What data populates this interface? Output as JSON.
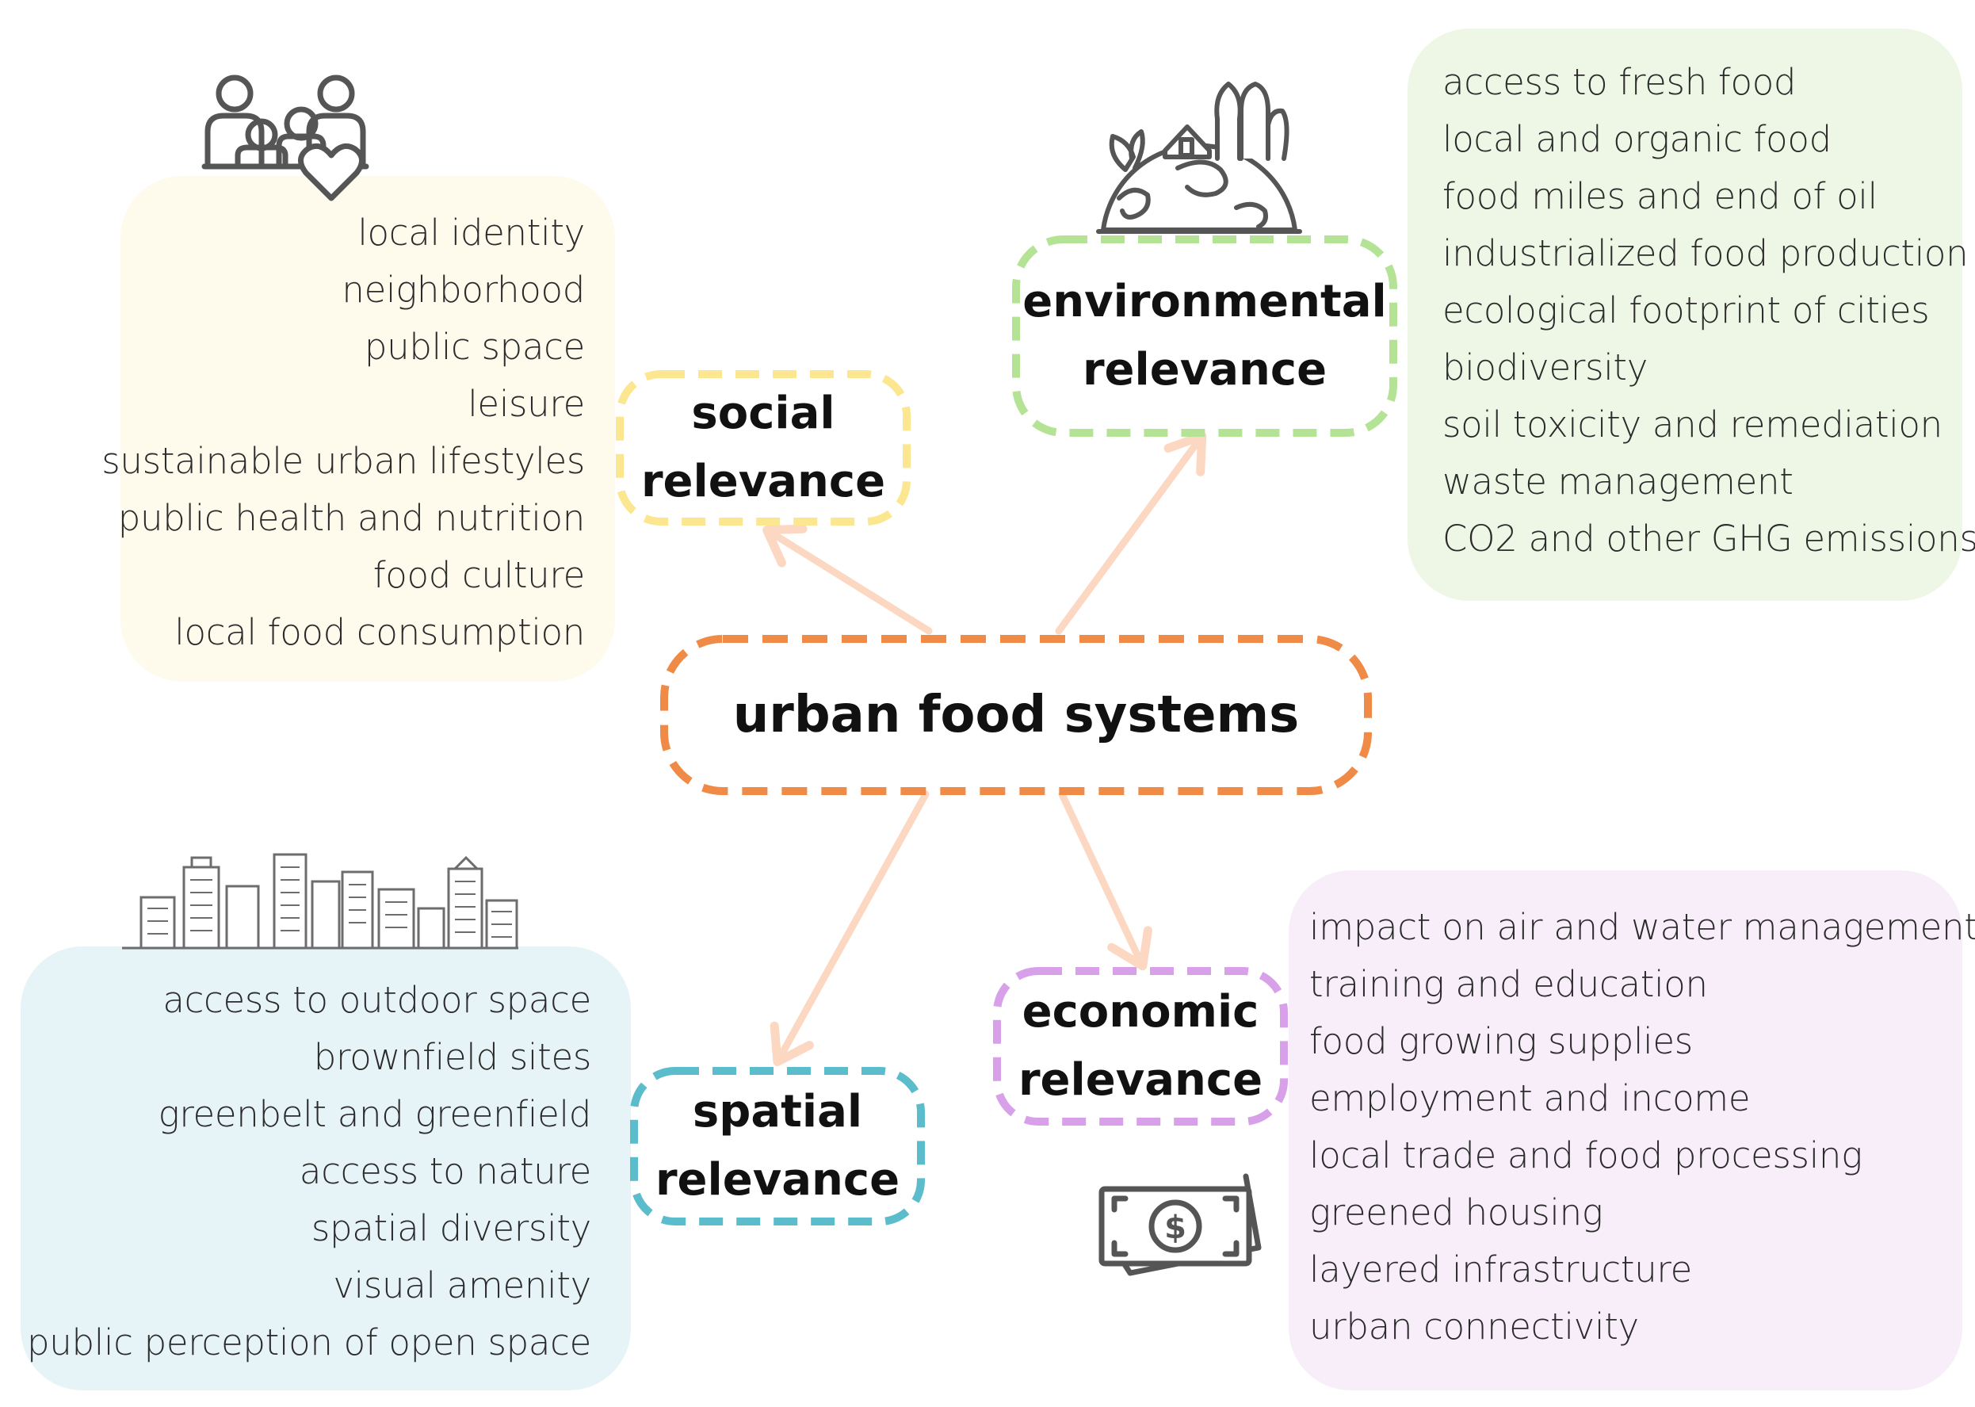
{
  "center": {
    "label": "urban food systems",
    "color": "#f08a47"
  },
  "branches": {
    "social": {
      "line1": "social",
      "line2": "relevance",
      "color": "#fce68f",
      "panel_color": "#fefaec",
      "icon": "family-heart-icon",
      "items": [
        "local identity",
        "neighborhood",
        "public space",
        "leisure",
        "sustainable urban lifestyles",
        "public health and nutrition",
        "food culture",
        "local food consumption"
      ]
    },
    "environmental": {
      "line1": "environmental",
      "line2": "relevance",
      "color": "#b4e396",
      "panel_color": "#eef7e6",
      "icon": "globe-village-icon",
      "items": [
        "access to fresh food",
        "local and organic food",
        "food miles and end of oil",
        "industrialized food production",
        "ecological footprint of cities",
        "biodiversity",
        "soil toxicity and remediation",
        "waste management",
        "CO2 and other GHG emissions"
      ]
    },
    "spatial": {
      "line1": "spatial",
      "line2": "relevance",
      "color": "#5bbccb",
      "panel_color": "#e6f3f7",
      "icon": "city-skyline-icon",
      "items": [
        "access to outdoor space",
        "brownfield sites",
        "greenbelt and greenfield",
        "access to nature",
        "spatial diversity",
        "visual amenity",
        "public perception of open space"
      ]
    },
    "economic": {
      "line1": "economic",
      "line2": "relevance",
      "color": "#d9a0ea",
      "panel_color": "#f7eefa",
      "icon": "dollar-bill-icon",
      "items": [
        "impact on air and water management",
        "training and education",
        "food growing supplies",
        "employment and income",
        "local trade and food processing",
        "greened housing",
        "layered infrastructure",
        "urban connectivity"
      ]
    }
  },
  "arrow_color": "#fcd7c1",
  "icon_color": "#555555"
}
